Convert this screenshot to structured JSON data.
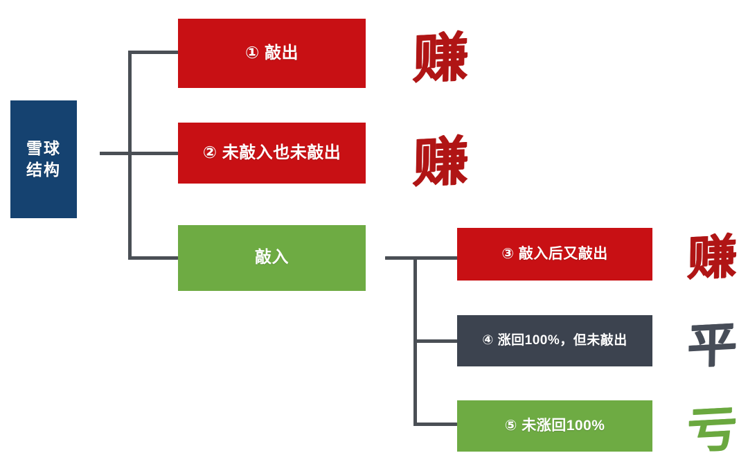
{
  "diagram": {
    "title": "雪球结构",
    "root": {
      "label": "雪球\n结构",
      "label_line1": "雪球",
      "label_line2": "结构",
      "color": "#154270"
    },
    "branches": [
      {
        "id": "branch-1",
        "label": "① 敲出",
        "color": "#c81014",
        "outcome": {
          "glyph": "赚",
          "meaning": "earn",
          "color": "#b01515"
        }
      },
      {
        "id": "branch-2",
        "label": "② 未敲入也未敲出",
        "color": "#c81014",
        "outcome": {
          "glyph": "赚",
          "meaning": "earn",
          "color": "#b01515"
        }
      },
      {
        "id": "branch-3",
        "label": "敲入",
        "color": "#6eab43",
        "outcome": null,
        "children": [
          {
            "id": "branch-3-1",
            "label": "③ 敲入后又敲出",
            "color": "#c81014",
            "outcome": {
              "glyph": "赚",
              "meaning": "earn",
              "color": "#b01515"
            }
          },
          {
            "id": "branch-3-2",
            "label": "④ 涨回100%，但未敲出",
            "color": "#3c434f",
            "outcome": {
              "glyph": "平",
              "meaning": "break-even",
              "color": "#474d58"
            }
          },
          {
            "id": "branch-3-3",
            "label": "⑤ 未涨回100%",
            "color": "#6eab43",
            "outcome": {
              "glyph": "亏",
              "meaning": "loss",
              "color": "#6aa83f"
            }
          }
        ]
      }
    ],
    "connector_color": "#4a4f55",
    "background": "#ffffff"
  }
}
